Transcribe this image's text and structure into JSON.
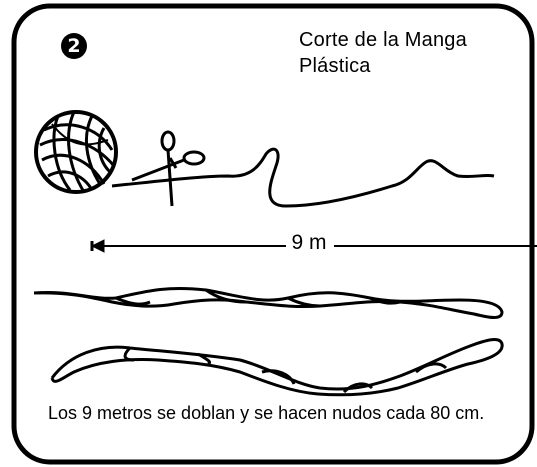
{
  "step": {
    "number": "2"
  },
  "title": {
    "line1": "Corte de la Manga",
    "line2": "Plástica"
  },
  "measure": {
    "label": "9 m"
  },
  "caption": {
    "text": "Los 9 metros se doblan y se hacen nudos cada 80 cm."
  },
  "icons": [
    "yarn-ball-icon",
    "scissors-icon",
    "arrow-left-icon"
  ],
  "colors": {
    "ink": "#000000",
    "paper": "#ffffff"
  }
}
